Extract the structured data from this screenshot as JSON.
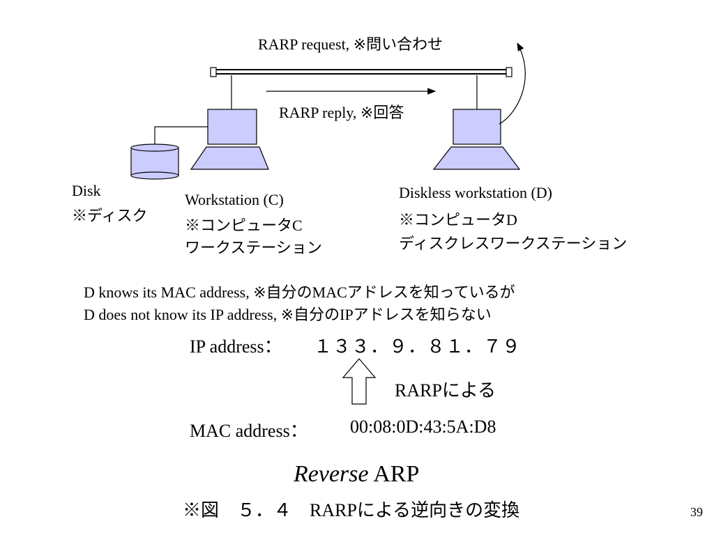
{
  "network": {
    "request_label": "RARP request, ※問い合わせ",
    "reply_label": "RARP reply, ※回答"
  },
  "nodes": {
    "disk": {
      "name": "Disk",
      "jp": "※ディスク"
    },
    "workstation_c": {
      "name": "Workstation (C)",
      "jp1": "※コンピュータC",
      "jp2": "ワークステーション"
    },
    "workstation_d": {
      "name": "Diskless workstation (D)",
      "jp1": "※コンピュータD",
      "jp2": "ディスクレスワークステーション"
    }
  },
  "notes": {
    "line1": "D knows its MAC address, ※自分のMACアドレスを知っているが",
    "line2": "D does not know its IP address, ※自分のIPアドレスを知らない"
  },
  "addresses": {
    "ip_label": "IP address：",
    "ip_value": "１３３．９．８１．７９",
    "via_label": "RARPによる",
    "mac_label": "MAC address：",
    "mac_value": "00:08:0D:43:5A:D8"
  },
  "title": {
    "italic_part": "Reverse",
    "normal_part": " ARP",
    "caption": "※図　５．４　RARPによる逆向きの変換"
  },
  "page_number": "39",
  "colors": {
    "node_fill": "#ccccff",
    "stroke": "#000000",
    "background": "#ffffff"
  }
}
